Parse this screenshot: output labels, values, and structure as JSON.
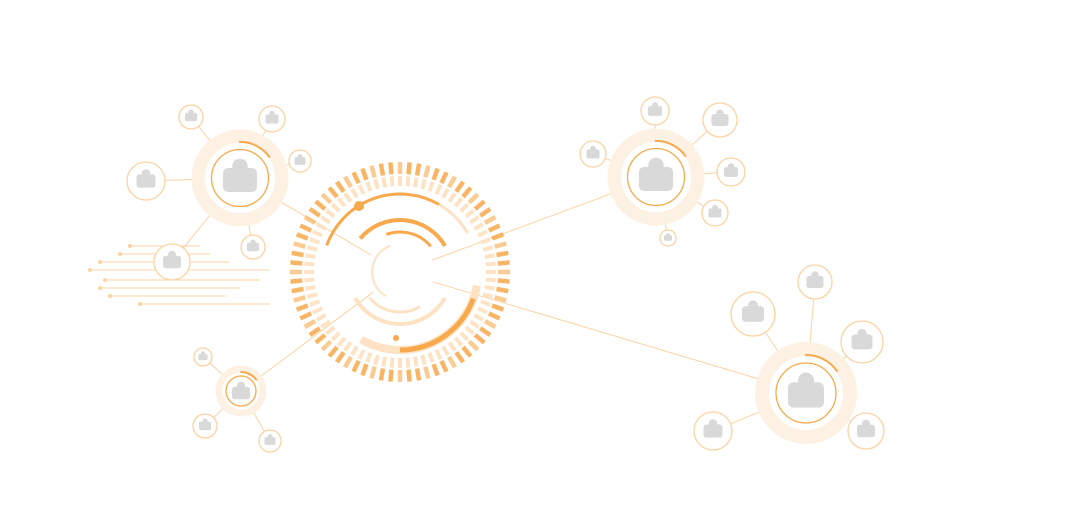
{
  "colors": {
    "accent": "#f7a94b",
    "accent_light": "#fde3c4",
    "halo": "#fdf1e3",
    "icon_gray": "#d9d9d9",
    "line": "#fbd3a3"
  },
  "center": {
    "icon": "radial-core-icon"
  },
  "hubs": [
    {
      "name": "hub-organization",
      "icon": "org-chart-icon",
      "satellites": [
        "trend-chart-icon",
        "laptop-icon",
        "tools-icon",
        "database-icon",
        "cloud-upload-icon",
        "download-icon"
      ]
    },
    {
      "name": "hub-people",
      "icon": "group-icon",
      "satellites": [
        "search-icon",
        "user-id-icon",
        "bank-icon",
        "network-people-icon",
        "twitter-icon",
        "family-icon"
      ]
    },
    {
      "name": "hub-legal",
      "icon": "scale-icon",
      "satellites": [
        "glasses-icon",
        "gavel-icon",
        "document-icon"
      ]
    },
    {
      "name": "hub-agriculture",
      "icon": "farm-icon",
      "satellites": [
        "weather-icon",
        "hammer-icon",
        "bull-icon",
        "field-icon",
        "crops-icon"
      ]
    }
  ]
}
